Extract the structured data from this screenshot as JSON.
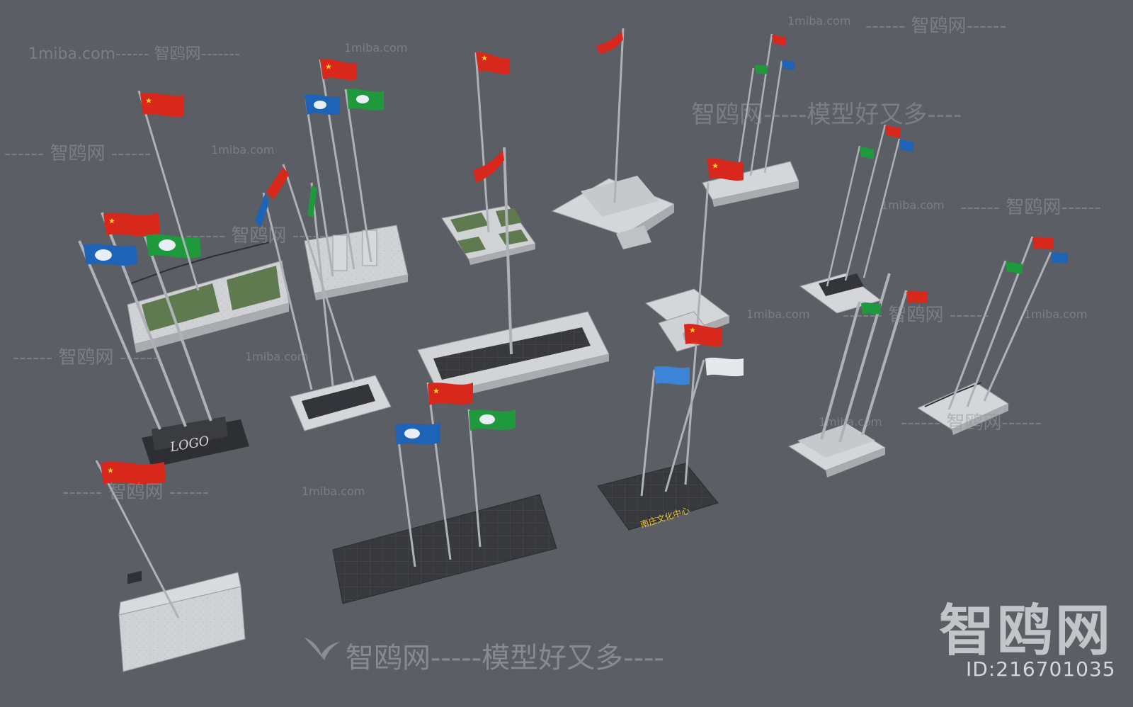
{
  "watermarks": {
    "site": "1miba.com",
    "brand": "智鸥网",
    "slogan_line": "智鸥网-----模型好又多----",
    "dash_brand": "------ 智鸥网 ------",
    "brand_dash_left": "1miba.com------ 智鸥网-------",
    "right_brand": "------ 智鸥网------",
    "mid_slogan": "智鸥网-----模型好又多----"
  },
  "logo_big": "智鸥网",
  "image_id": "ID:216701035",
  "bottom_slogan": "智鸥网-----模型好又多----",
  "base_labels": {
    "logo_block": "LOGO",
    "culture_center": "南庄文化中心"
  },
  "colors": {
    "background": "#5b5e64",
    "flag_red": "#d8281c",
    "flag_star": "#f7d21a",
    "flag_blue": "#1d63b8",
    "flag_green": "#1e9a3c",
    "flag_white": "#e6e8ec",
    "pole": "#a8acb3",
    "stone": "#c9cbcf",
    "dark_tile": "#38393d",
    "grass": "#58704a"
  }
}
